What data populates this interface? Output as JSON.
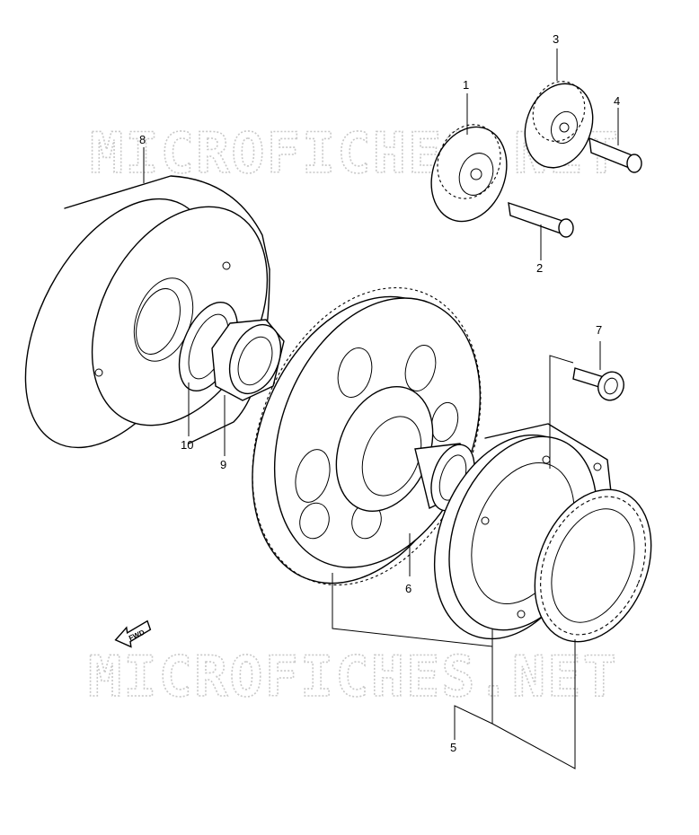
{
  "watermark": {
    "top": "MICROFICHES.NET",
    "bottom": "MICROFICHES.NET"
  },
  "direction_arrow": {
    "label": "FWD",
    "icon": "fwd-arrow-icon"
  },
  "callouts": [
    {
      "id": "1",
      "part": "gear"
    },
    {
      "id": "2",
      "part": "shaft"
    },
    {
      "id": "3",
      "part": "gear"
    },
    {
      "id": "4",
      "part": "shaft"
    },
    {
      "id": "5",
      "part": "assembly"
    },
    {
      "id": "6",
      "part": "needle-bearing"
    },
    {
      "id": "7",
      "part": "bolt"
    },
    {
      "id": "8",
      "part": "clutch-housing"
    },
    {
      "id": "9",
      "part": "nut"
    },
    {
      "id": "10",
      "part": "washer"
    }
  ]
}
